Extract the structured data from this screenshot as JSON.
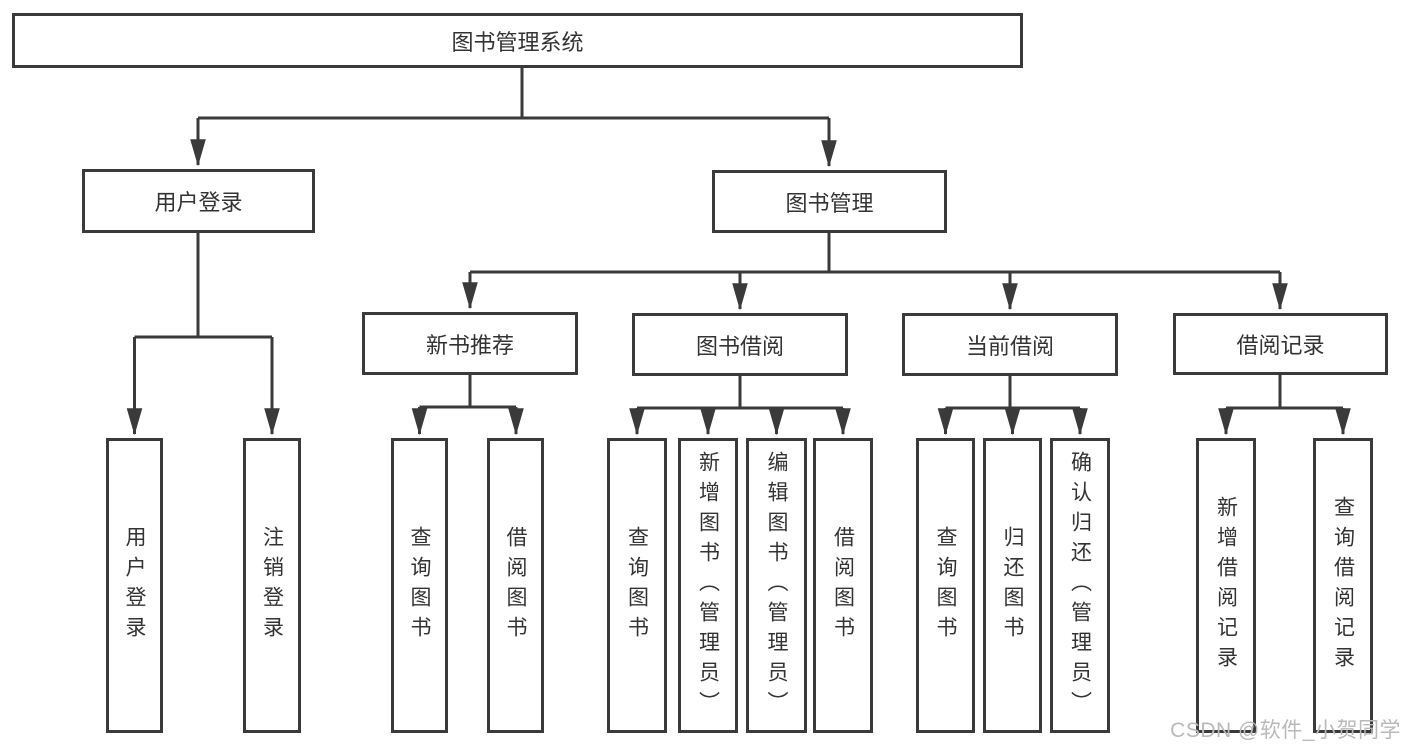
{
  "diagram": {
    "root": {
      "label": "图书管理系统"
    },
    "level2": [
      {
        "label": "用户登录",
        "leaves": [
          "用户登录",
          "注销登录"
        ]
      },
      {
        "label": "图书管理"
      }
    ],
    "level3": [
      {
        "label": "新书推荐",
        "leaves": [
          "查询图书",
          "借阅图书"
        ]
      },
      {
        "label": "图书借阅",
        "leaves": [
          "查询图书",
          "新增图书（管理员）",
          "编辑图书（管理员）",
          "借阅图书"
        ]
      },
      {
        "label": "当前借阅",
        "leaves": [
          "查询图书",
          "归还图书",
          "确认归还（管理员）"
        ]
      },
      {
        "label": "借阅记录",
        "leaves": [
          "新增借阅记录",
          "查询借阅记录"
        ]
      }
    ],
    "watermark": "CSDN @软件_小贺同学",
    "colors": {
      "line": "#3a3a3a",
      "box_border": "#3a3a3a",
      "text": "#333333",
      "watermark": "#b9b9b9",
      "background": "#ffffff"
    }
  }
}
